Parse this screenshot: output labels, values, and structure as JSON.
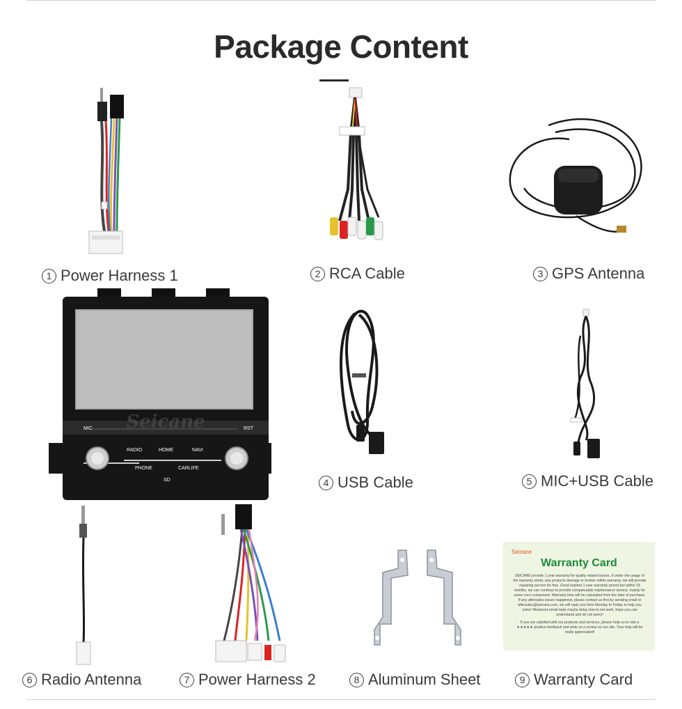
{
  "title": "Package Content",
  "items": [
    {
      "num": "1",
      "label": "Power Harness 1"
    },
    {
      "num": "2",
      "label": "RCA Cable"
    },
    {
      "num": "3",
      "label": "GPS Antenna"
    },
    {
      "num": "4",
      "label": "USB Cable"
    },
    {
      "num": "5",
      "label": "MIC+USB Cable"
    },
    {
      "num": "6",
      "label": "Radio Antenna"
    },
    {
      "num": "7",
      "label": "Power Harness 2"
    },
    {
      "num": "8",
      "label": "Aluminum Sheet"
    },
    {
      "num": "9",
      "label": "Warranty Card"
    }
  ],
  "head_unit": {
    "watermark": "Seicane",
    "mic_label": "MIC",
    "rst_label": "RST",
    "btn_radio": "RADIO",
    "btn_home": "HOME",
    "btn_navi": "NAVI",
    "btn_phone": "PHONE",
    "btn_carlife": "CARLIFE",
    "sd_label": "SD"
  },
  "warranty_card": {
    "brand": "Seicane",
    "title": "Warranty Card",
    "body1": "SEICANE provide 1 year warranty for quality related issues, if under the usage of the warranty sheet, any products damage or broken within warranty, we will provide repairing service for free. Good expired 1 year warranty period but within 18 months, we can continue to provide compensable maintenance service, mainly for some core component. Warranty time will be calculated from the date of purchase. If any aftersales issues happened, please contact us first by sending email to aftersales@seicane.com, we will reply you from Monday to Friday to help you solve! Weekend email reply maybe delay due to not work, hope you can understand and do not worry!",
    "body2": "If you are satisfied with our products and services, please help us to rate a ★★★★★ positive feedback and write us a review on our site. Your help will be really appreciated!"
  },
  "colors": {
    "title": "#2a2a2a",
    "warranty_green": "#1f8a3a",
    "warranty_bg": "#eef5e2",
    "brand_orange": "#e94f25"
  }
}
